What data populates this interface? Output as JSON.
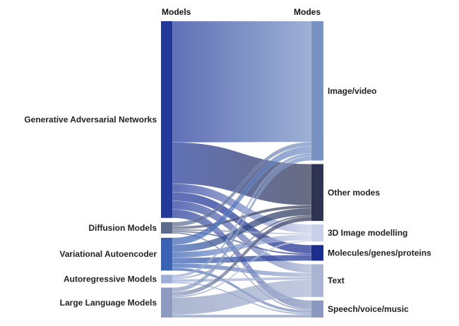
{
  "headers": {
    "left": "Models",
    "right": "Modes"
  },
  "sources": [
    {
      "id": "gan",
      "label": "Generative Adversarial Networks",
      "color": "#23399a"
    },
    {
      "id": "diff",
      "label": "Diffusion Models",
      "color": "#5c6a8c"
    },
    {
      "id": "vae",
      "label": "Variational Autoencoder",
      "color": "#3a62b3"
    },
    {
      "id": "ar",
      "label": "Autoregressive Models",
      "color": "#9daed6"
    },
    {
      "id": "llm",
      "label": "Large Language Models",
      "color": "#8c9bbf"
    }
  ],
  "targets": [
    {
      "id": "img",
      "label": "Image/video",
      "color": "#7892c4"
    },
    {
      "id": "other",
      "label": "Other modes",
      "color": "#2d3350"
    },
    {
      "id": "img3d",
      "label": "3D Image modelling",
      "color": "#c9d1e8"
    },
    {
      "id": "mol",
      "label": "Molecules/genes/proteins",
      "color": "#1b2d8f"
    },
    {
      "id": "text",
      "label": "Text",
      "color": "#a9b5d3"
    },
    {
      "id": "sp",
      "label": "Speech/voice/music",
      "color": "#8b99c0"
    }
  ],
  "flows": [
    {
      "source": "gan",
      "target": "img",
      "value": 170
    },
    {
      "source": "gan",
      "target": "other",
      "value": 58
    },
    {
      "source": "gan",
      "target": "img3d",
      "value": 12
    },
    {
      "source": "gan",
      "target": "mol",
      "value": 12
    },
    {
      "source": "gan",
      "target": "text",
      "value": 12
    },
    {
      "source": "gan",
      "target": "sp",
      "value": 12
    },
    {
      "source": "diff",
      "target": "img",
      "value": 6
    },
    {
      "source": "diff",
      "target": "other",
      "value": 4
    },
    {
      "source": "diff",
      "target": "img3d",
      "value": 2
    },
    {
      "source": "diff",
      "target": "mol",
      "value": 2
    },
    {
      "source": "diff",
      "target": "sp",
      "value": 2
    },
    {
      "source": "vae",
      "target": "img",
      "value": 10
    },
    {
      "source": "vae",
      "target": "other",
      "value": 10
    },
    {
      "source": "vae",
      "target": "img3d",
      "value": 8
    },
    {
      "source": "vae",
      "target": "mol",
      "value": 8
    },
    {
      "source": "vae",
      "target": "text",
      "value": 6
    },
    {
      "source": "vae",
      "target": "sp",
      "value": 4
    },
    {
      "source": "ar",
      "target": "img",
      "value": 4
    },
    {
      "source": "ar",
      "target": "other",
      "value": 2
    },
    {
      "source": "ar",
      "target": "text",
      "value": 4
    },
    {
      "source": "ar",
      "target": "sp",
      "value": 2
    },
    {
      "source": "llm",
      "target": "img",
      "value": 6
    },
    {
      "source": "llm",
      "target": "other",
      "value": 6
    },
    {
      "source": "llm",
      "target": "img3d",
      "value": 2
    },
    {
      "source": "llm",
      "target": "text",
      "value": 24
    },
    {
      "source": "llm",
      "target": "sp",
      "value": 4
    }
  ]
}
